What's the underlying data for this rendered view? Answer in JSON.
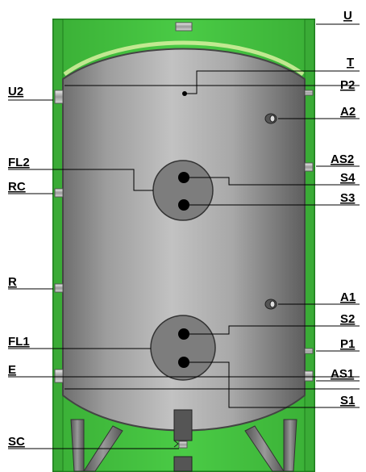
{
  "labels": {
    "U": "U",
    "T": "T",
    "U2": "U2",
    "P2": "P2",
    "A2": "A2",
    "AS2": "AS2",
    "FL2": "FL2",
    "S4": "S4",
    "RC": "RC",
    "S3": "S3",
    "R": "R",
    "A1": "A1",
    "S2": "S2",
    "FL1": "FL1",
    "P1": "P1",
    "E": "E",
    "AS1": "AS1",
    "S1": "S1",
    "SC": "SC"
  },
  "colors": {
    "insulation_green": "#3fbf3a",
    "insulation_dark": "#1e7d1c",
    "tank_grey": "#9a9a9a",
    "flange_grey": "#808080",
    "line": "#000000"
  }
}
